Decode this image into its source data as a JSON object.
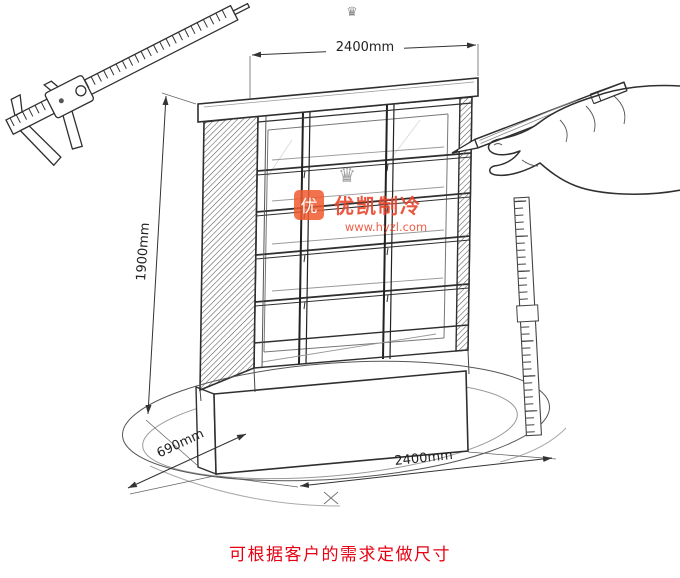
{
  "caption": {
    "text": "可根据客户的需求定做尺寸"
  },
  "dimensions": {
    "top_width": "2400mm",
    "height": "1900mm",
    "depth": "690mm",
    "bottom_width": "2400mm"
  },
  "watermark": {
    "crown": "♛",
    "logo_char": "优",
    "brand": "优凯制冷",
    "url": "www.hyzl.com",
    "brand_color": "#e8442a",
    "logo_color": "#f0592e"
  },
  "decor": {
    "top_crown": "♛"
  },
  "colors": {
    "ink": "#2f2f2f",
    "caption_red": "#e60012",
    "dim_line": "#333333"
  }
}
